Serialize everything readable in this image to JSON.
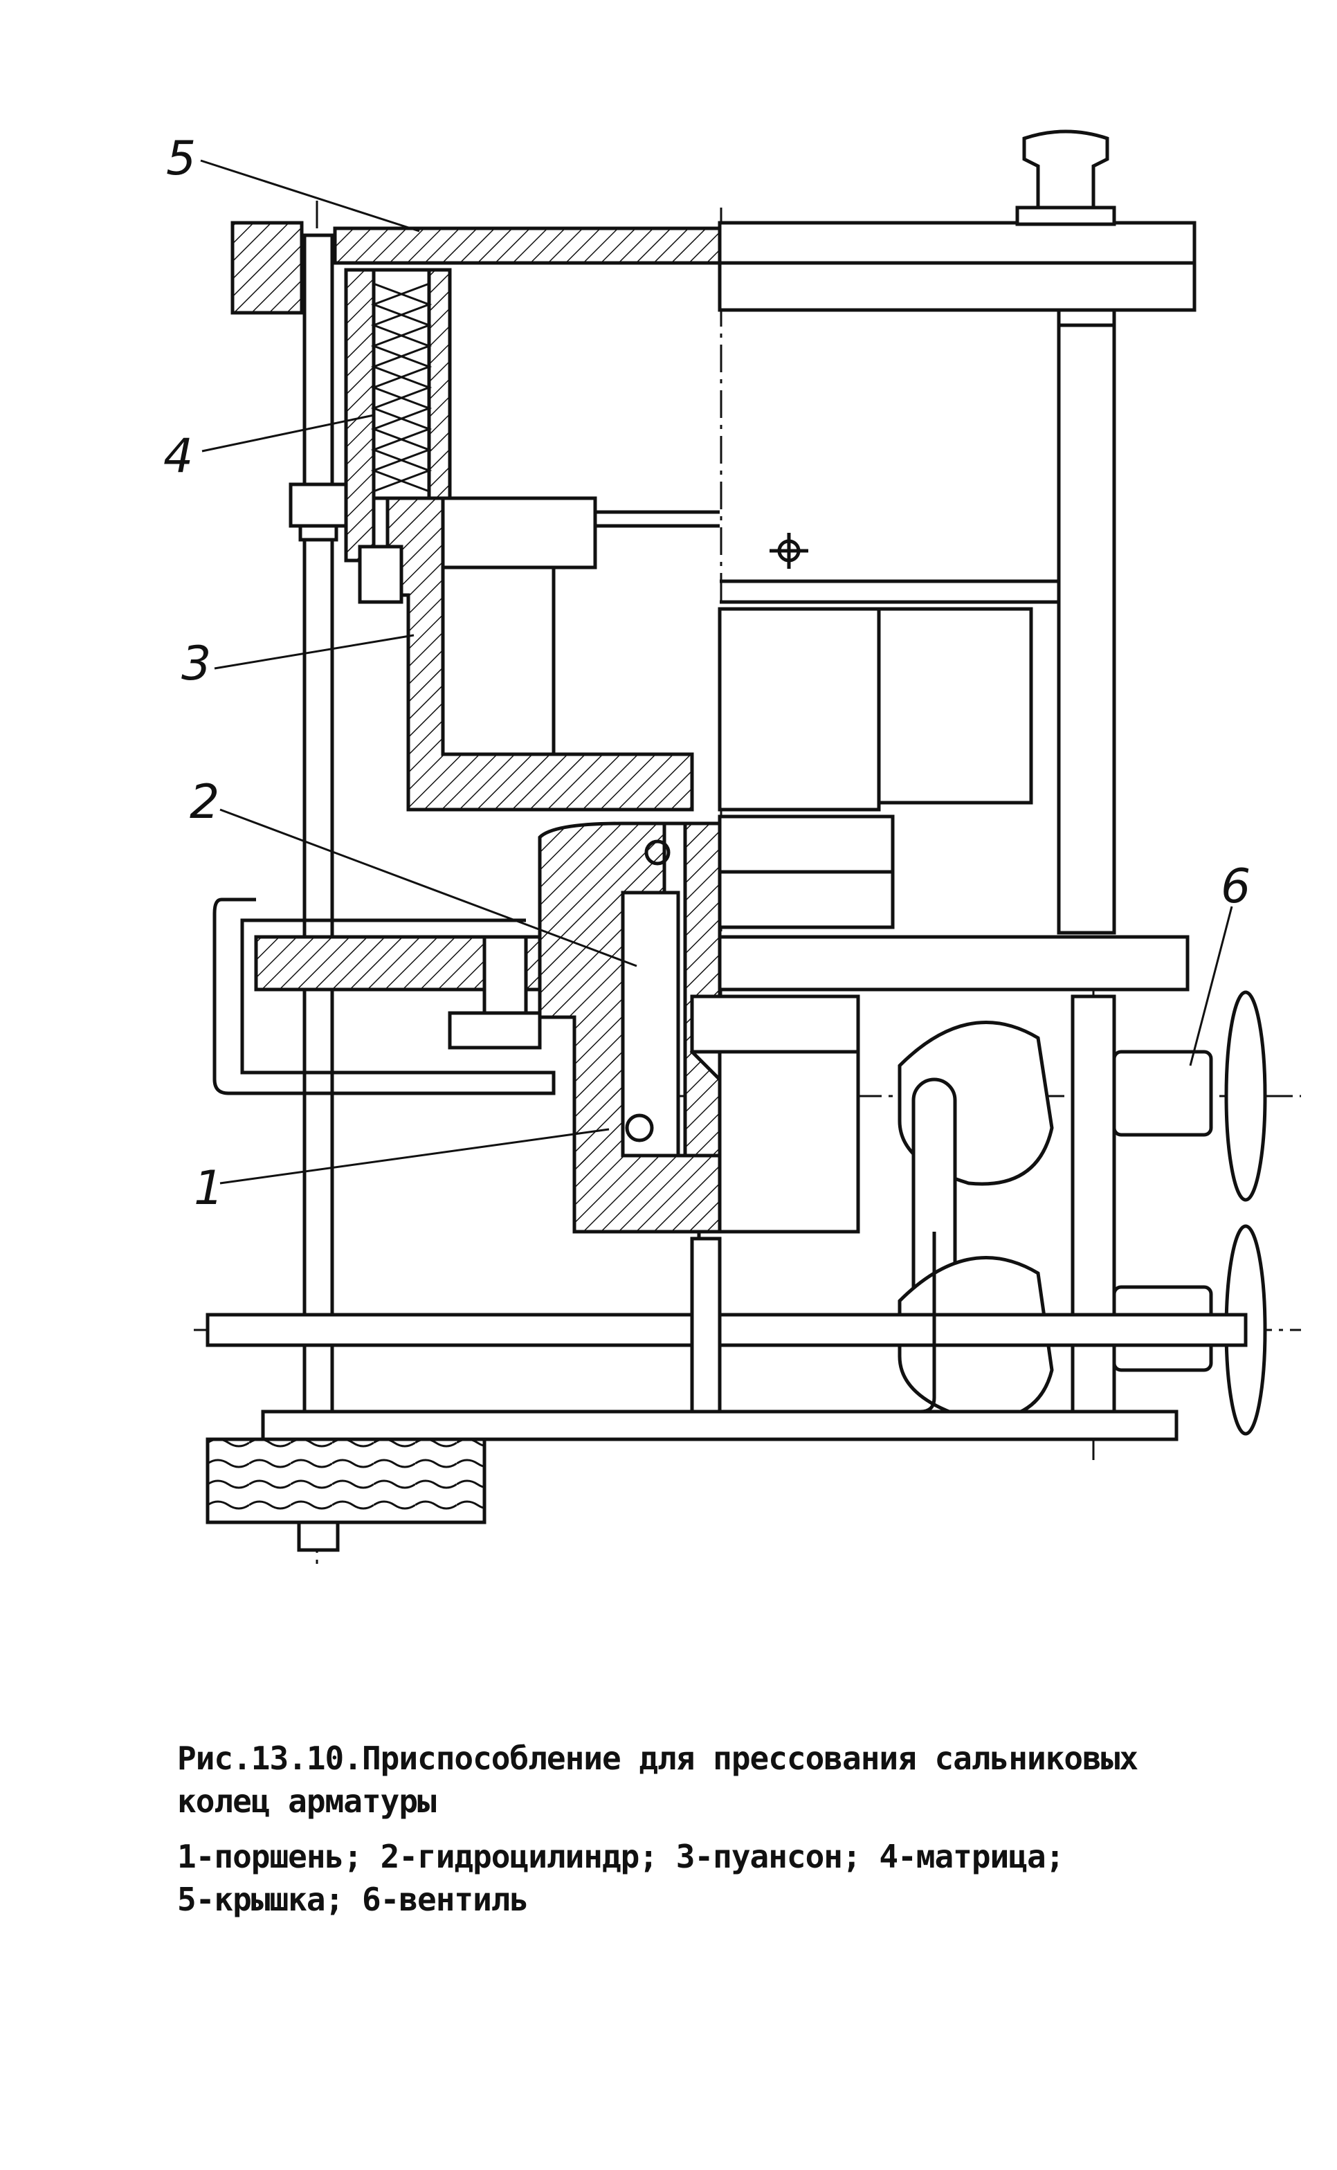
{
  "figure": {
    "callouts": [
      "5",
      "4",
      "3",
      "2",
      "1",
      "6"
    ],
    "caption_title_line1": "Рис.13.10.Приспособление для прессования сальниковых",
    "caption_title_line2": "колец арматуры",
    "caption_legend_line1": "1-поршень; 2-гидроцилиндр; 3-пуансон; 4-матрица;",
    "caption_legend_line2": "5-крышка; 6-вентиль"
  }
}
